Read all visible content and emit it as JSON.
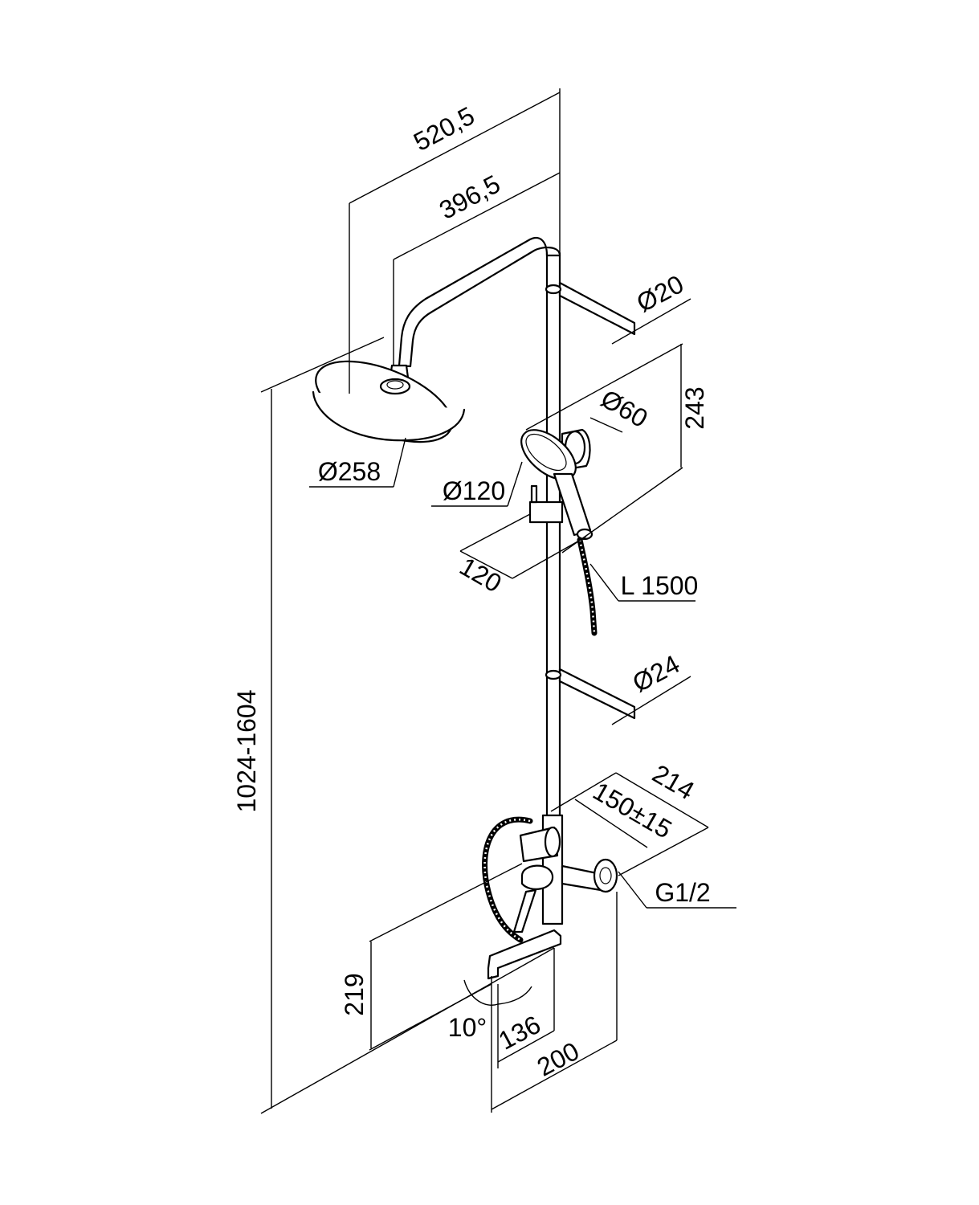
{
  "diagram": {
    "colors": {
      "line": "#000000",
      "background": "#ffffff"
    },
    "dimensions": {
      "arm_total_length": "520,5",
      "arm_length": "396,5",
      "upper_bracket_diameter": "Ø20",
      "hand_shower_holder_diameter": "Ø60",
      "hand_shower_height": "243",
      "overhead_shower_diameter": "Ø258",
      "hand_shower_diameter": "Ø120",
      "holder_offset": "120",
      "hose_length": "L 1500",
      "lower_bracket_diameter": "Ø24",
      "total_height": "1024-1604",
      "mixer_depth": "214",
      "inlet_spacing": "150±15",
      "inlet_thread": "G1/2",
      "spout_height": "219",
      "spout_angle": "10°",
      "spout_length": "136",
      "spout_reach": "200"
    }
  }
}
